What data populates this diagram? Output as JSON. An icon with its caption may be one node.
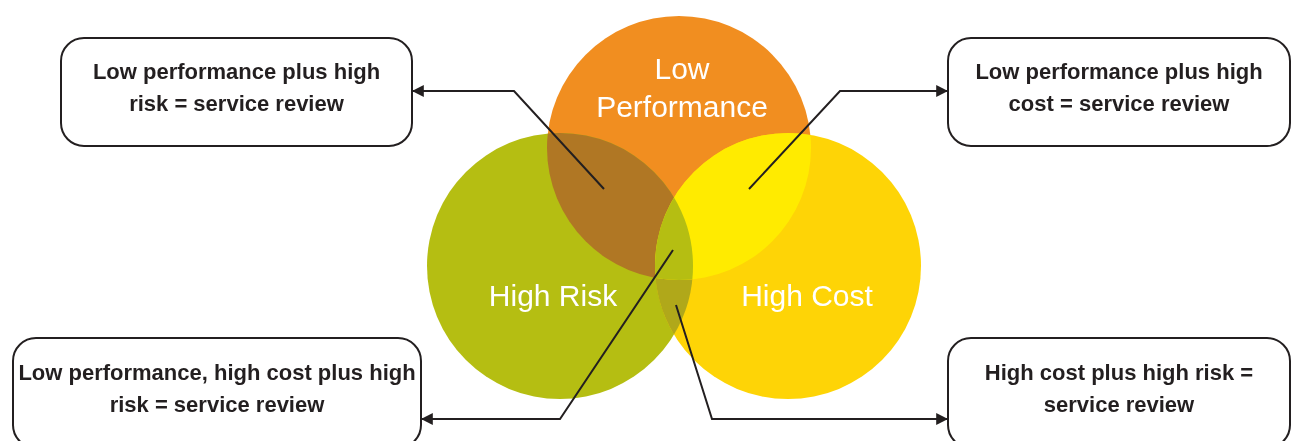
{
  "diagram": {
    "nodes": [
      {
        "text": [
          "Low performance plus high risk = service review"
        ]
      },
      {
        "text": [
          "Low Performance"
        ]
      },
      {
        "text": [
          "Low performance plus high cost = service review"
        ]
      },
      {
        "text": [
          "High Risk"
        ]
      },
      {
        "text": [
          "High Cost"
        ]
      },
      {
        "text": [
          "Low performance, high cost plus high risk = service review"
        ]
      },
      {
        "text": [
          "High cost plus high risk = service review"
        ]
      }
    ],
    "edges": [
      {
        "from": null,
        "to": 0,
        "arrow": "to"
      },
      {
        "from": null,
        "to": 2,
        "arrow": "to"
      },
      {
        "from": null,
        "to": 5,
        "arrow": "to"
      },
      {
        "from": null,
        "to": 6,
        "arrow": "to"
      }
    ]
  }
}
